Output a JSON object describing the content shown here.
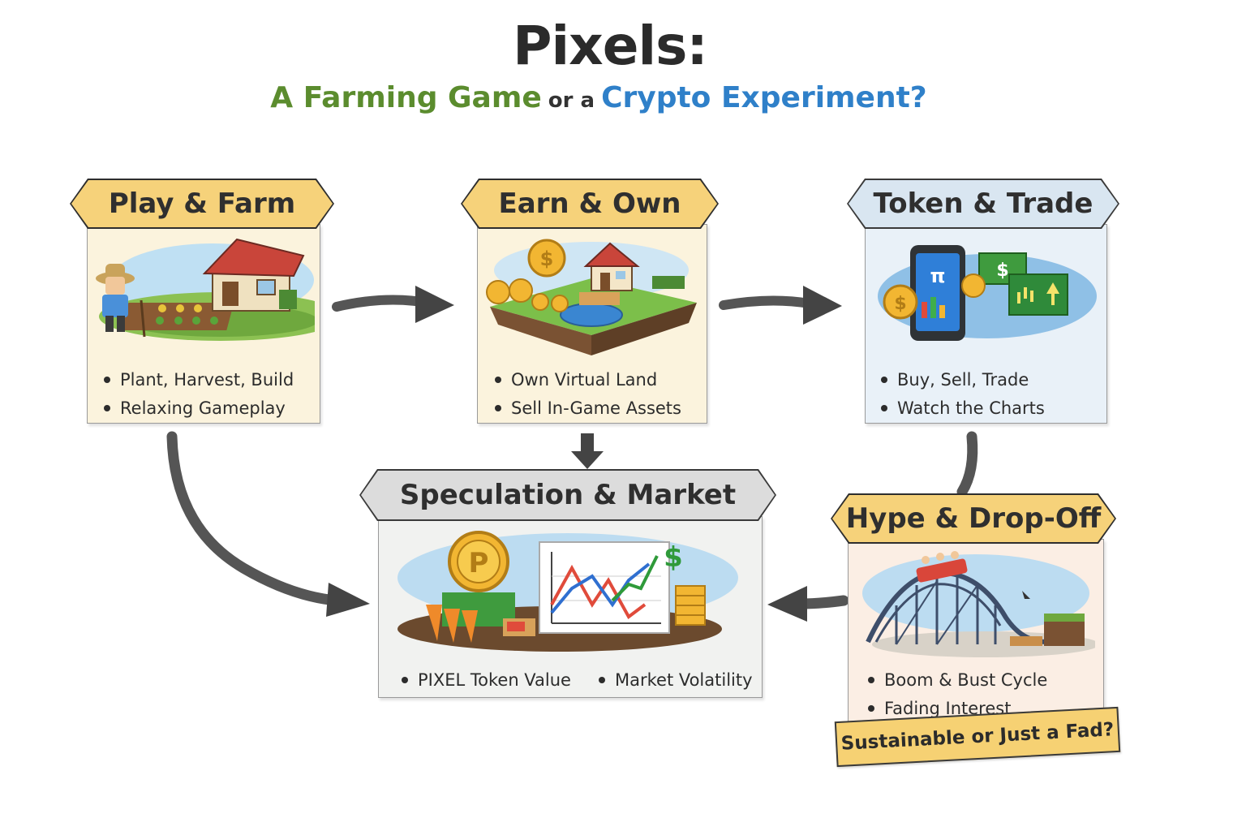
{
  "title": "Pixels:",
  "subtitle": {
    "part1": "A Farming Game",
    "connector": "or a",
    "part2": "Crypto Experiment?"
  },
  "stages": {
    "play_farm": {
      "heading": "Play & Farm",
      "bullets": [
        "Plant, Harvest, Build",
        "Relaxing Gameplay"
      ],
      "banner_color": "#f6d27a"
    },
    "earn_own": {
      "heading": "Earn & Own",
      "bullets": [
        "Own Virtual Land",
        "Sell In-Game Assets"
      ],
      "banner_color": "#f6d27a"
    },
    "token_trade": {
      "heading": "Token & Trade",
      "bullets": [
        "Buy, Sell, Trade",
        "Watch the Charts"
      ],
      "banner_color": "#d9e6f1"
    },
    "speculation_market": {
      "heading": "Speculation & Market",
      "bullets": [
        "PIXEL Token Value",
        "Market Volatility"
      ],
      "banner_color": "#dcdcdc"
    },
    "hype_dropoff": {
      "heading": "Hype & Drop-Off",
      "bullets": [
        "Boom & Bust Cycle",
        "Fading Interest"
      ],
      "banner_color": "#f6d27a"
    }
  },
  "callout": "Sustainable or Just a Fad?",
  "colors": {
    "accent_green": "#5b8c2e",
    "accent_blue": "#2f80c9",
    "arrow": "#444444"
  }
}
